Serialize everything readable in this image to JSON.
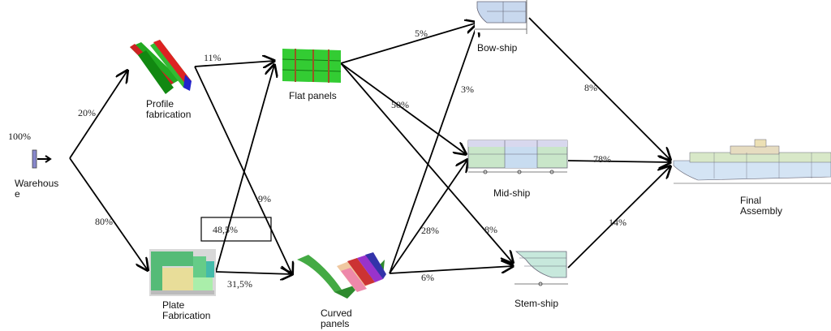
{
  "nodes": {
    "warehouse": {
      "label": "Warehous\ne",
      "share": "100%"
    },
    "profile": {
      "label": "Profile\nfabrication"
    },
    "plate": {
      "label": "Plate\nFabrication"
    },
    "flat": {
      "label": "Flat panels"
    },
    "curved": {
      "label": "Curved\npanels"
    },
    "bow": {
      "label": "Bow-ship"
    },
    "mid": {
      "label": "Mid-ship"
    },
    "stem": {
      "label": "Stem-ship"
    },
    "final": {
      "label": "Final\nAssembly"
    }
  },
  "edges": {
    "wh_profile": "20%",
    "wh_plate": "80%",
    "profile_flat": "11%",
    "profile_curved": "9%",
    "plate_flat": "48,5%",
    "plate_curved": "31,5%",
    "flat_bow": "5%",
    "flat_mid": "50%",
    "flat_stem": "8%",
    "curved_bow": "3%",
    "curved_mid": "28%",
    "curved_stem": "6%",
    "bow_final": "8%",
    "mid_final": "78%",
    "stem_final": "14%"
  }
}
